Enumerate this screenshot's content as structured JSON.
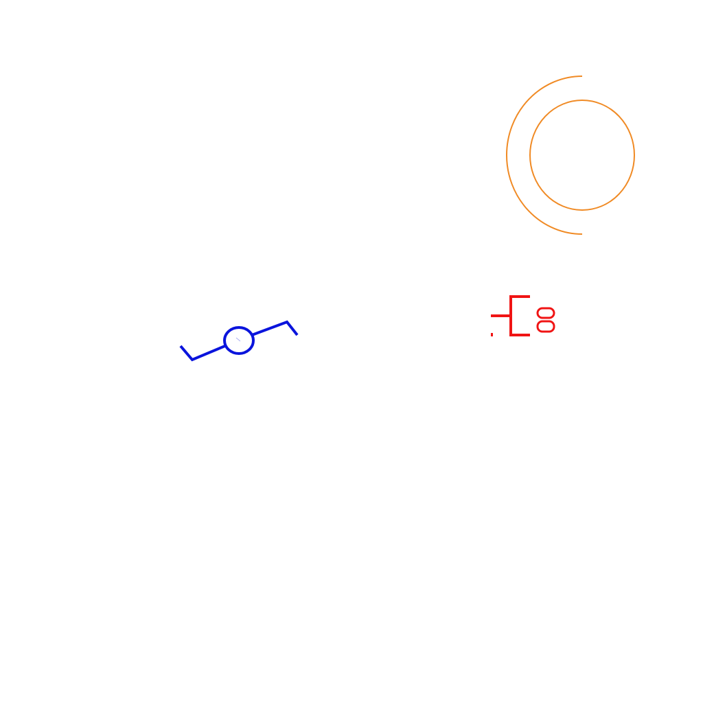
{
  "symbols": [
    {
      "name": "concentric-circles-symbol",
      "color": "#F08A24"
    },
    {
      "name": "lamp-symbol",
      "color": "#0A14DC"
    },
    {
      "name": "capacitor-symbol",
      "color": "#F01414"
    }
  ]
}
